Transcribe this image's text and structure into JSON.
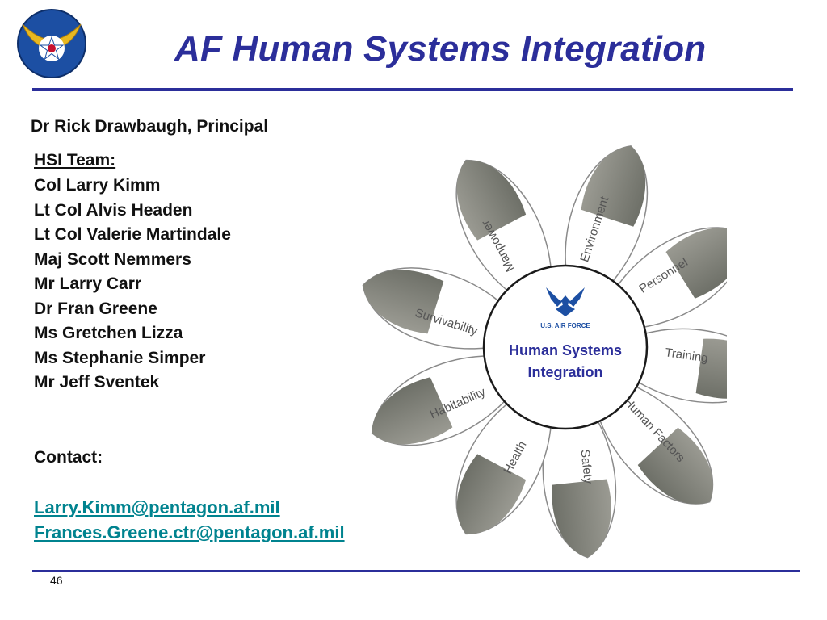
{
  "slide": {
    "title": "AF Human Systems Integration",
    "principal": "Dr Rick Drawbaugh, Principal",
    "team_heading": "HSI Team:",
    "team_members": [
      "Col Larry Kimm",
      "Lt Col Alvis Headen",
      "Lt Col Valerie Martindale",
      "Maj Scott Nemmers",
      "Mr Larry Carr",
      "Dr Fran Greene",
      "Ms Gretchen Lizza",
      "Ms Stephanie Simper",
      "Mr Jeff Sventek"
    ],
    "contact_label": "Contact:",
    "emails": [
      "Larry.Kimm@pentagon.af.mil",
      "Frances.Greene.ctr@pentagon.af.mil"
    ],
    "page_number": "46"
  },
  "diagram": {
    "center_logo_text": "U.S. AIR FORCE",
    "center_line1": "Human Systems",
    "center_line2": "Integration",
    "petals": [
      "Manpower",
      "Environment",
      "Personnel",
      "Training",
      "Human Factors",
      "Safety",
      "Health",
      "Habitability",
      "Survivability"
    ]
  },
  "colors": {
    "title_blue": "#2b2e9a",
    "link_teal": "#00838f",
    "logo_blue": "#1c4fa3",
    "logo_gold": "#e8b820"
  },
  "icons": {
    "logo": "army-air-forces-roundel-icon",
    "center": "us-air-force-wings-icon"
  }
}
